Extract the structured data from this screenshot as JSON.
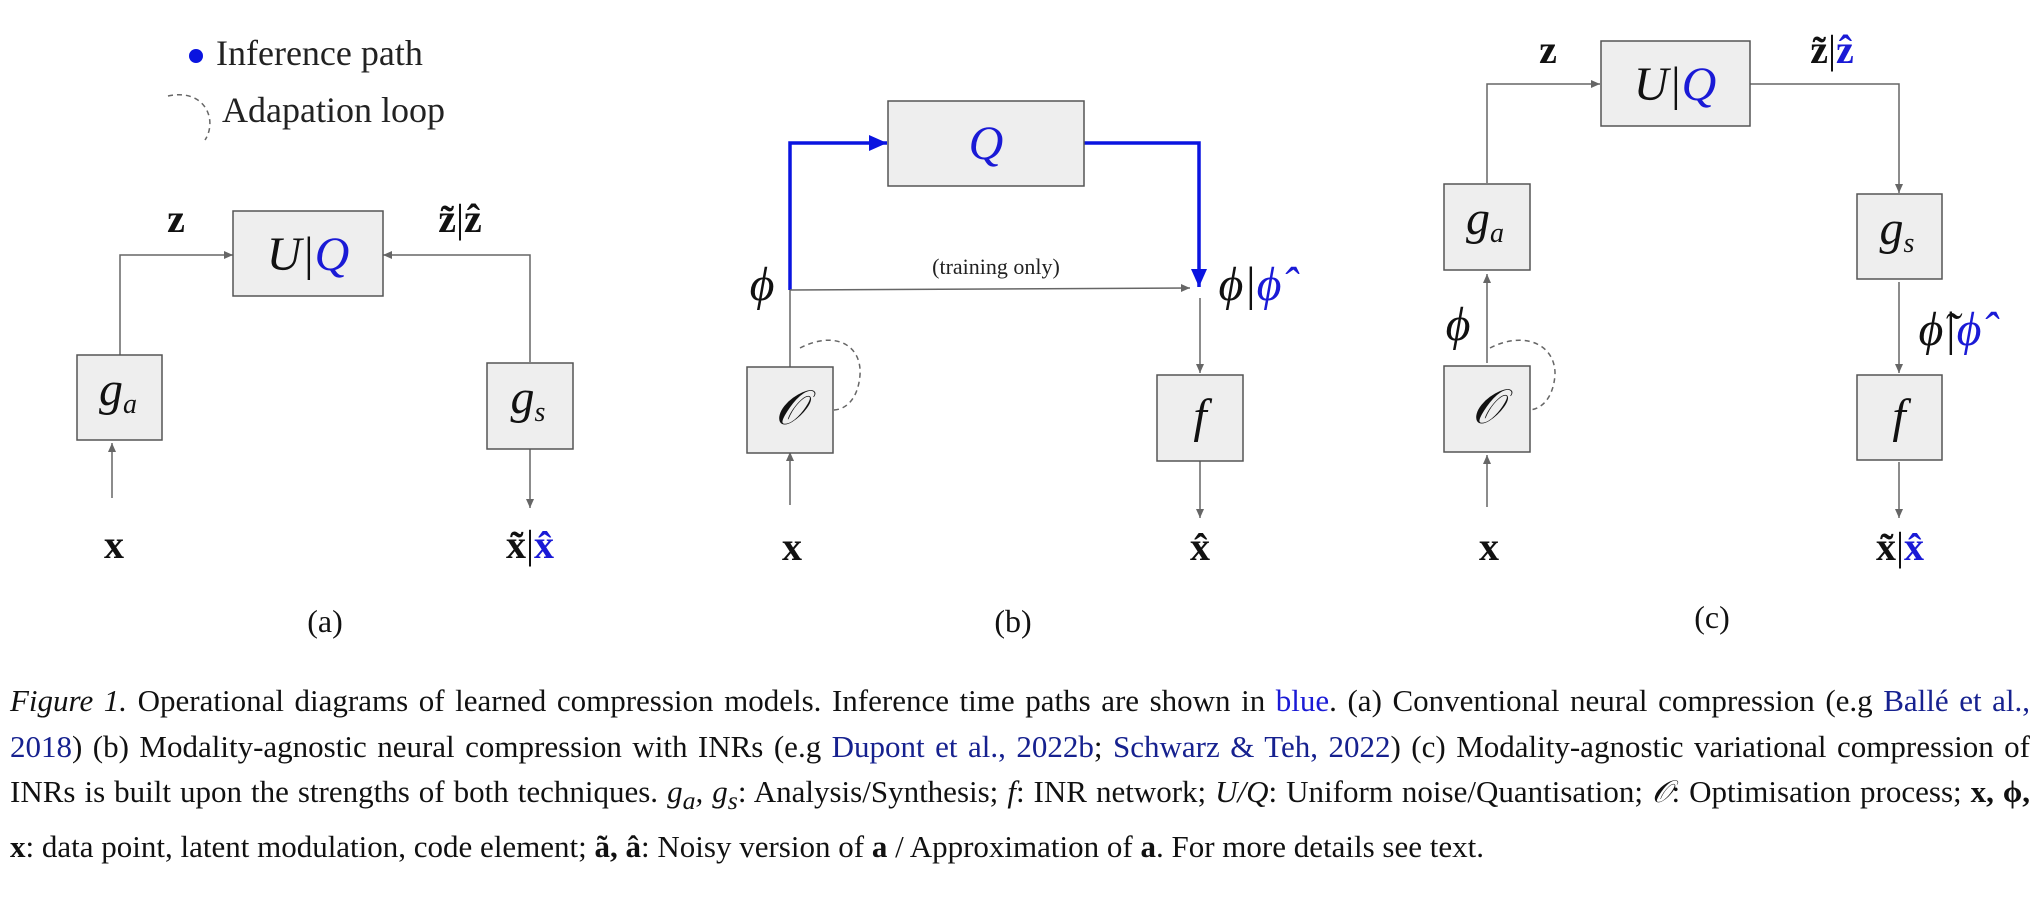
{
  "legend": {
    "inference": "Inference path",
    "adaptation": "Adapation loop"
  },
  "panels": {
    "a": {
      "label": "(a)",
      "z": "z",
      "zout_tilde": "z̃",
      "zout_sep": "|",
      "zout_hat": "ẑ",
      "uq_u": "U|",
      "uq_q": "Q",
      "ga": "g",
      "ga_sub": "a",
      "gs": "g",
      "gs_sub": "s",
      "x_in": "x",
      "x_out_tilde": "x̃",
      "x_out_sep": "|",
      "x_out_hat": "x̂"
    },
    "b": {
      "label": "(b)",
      "q": "Q",
      "phi": "ϕ",
      "phi_out": "ϕ|",
      "phi_out_hat": "ϕ̂",
      "training": "(training only)",
      "opt": "𝒪",
      "f": "f",
      "x_in": "x",
      "x_out": "x̂"
    },
    "c": {
      "label": "(c)",
      "z": "z",
      "zout_tilde": "z̃",
      "zout_sep": "|",
      "zout_hat": "ẑ",
      "uq_u": "U|",
      "uq_q": "Q",
      "ga": "g",
      "ga_sub": "a",
      "gs": "g",
      "gs_sub": "s",
      "phi": "ϕ",
      "phi_out_tilde": "ϕ̃|",
      "phi_out_hat": "ϕ̂",
      "opt": "𝒪",
      "f": "f",
      "x_in": "x",
      "x_out_tilde": "x̃",
      "x_out_sep": "|",
      "x_out_hat": "x̂"
    }
  },
  "caption": {
    "fig_label": "Figure 1.",
    "s1": " Operational diagrams of learned compression models.  Inference time paths are shown in ",
    "blue_word": "blue",
    "s2": ".  (a) Conventional neural compression (e.g ",
    "ref1": "Ballé et al., 2018",
    "s3": ") (b) Modality-agnostic neural compression with INRs (e.g ",
    "ref2": "Dupont et al., 2022b",
    "s4": "; ",
    "ref3": "Schwarz & Teh, 2022",
    "s5": ") (c) Modality-agnostic variational compression of INRs is built upon the strengths of both techniques. ",
    "m1": "g",
    "m1sub": "a",
    "m1b": ", g",
    "m1bsub": "s",
    "s6": ": Analysis/Synthesis; ",
    "m2": "f",
    "s7": ": INR network; ",
    "m3": "U/Q",
    "s8": ": Uniform noise/Quantisation; ",
    "m4": "𝒪",
    "s9": ": Optimisation process; ",
    "m5": "x, ϕ, x",
    "s10": ": data point, latent modulation, code element; ",
    "m6": "ã, â",
    "s11": ": Noisy version of ",
    "m7": "a",
    "s12": " / Approximation of ",
    "m8": "a",
    "s13": ". For more details see text."
  },
  "colors": {
    "inference": "#0a14e0",
    "box_fill": "#eeeeee",
    "link": "#16218f"
  }
}
